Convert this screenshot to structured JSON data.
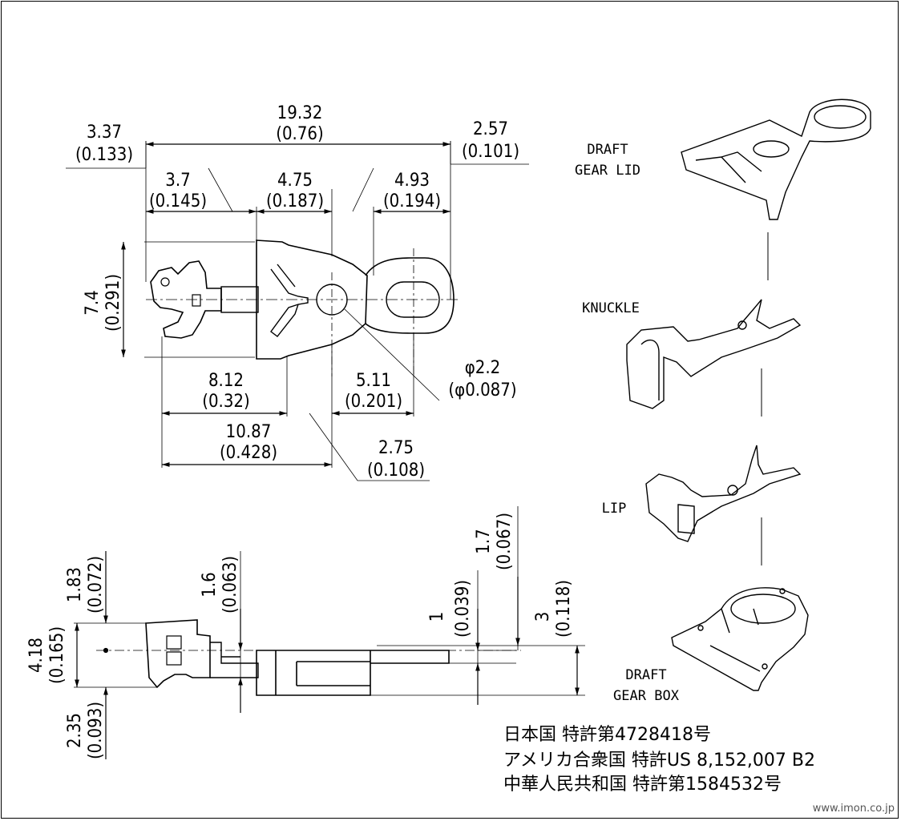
{
  "dimensions": {
    "overall_length": "19.32",
    "overall_length_in": "(0.76)",
    "left_ext": "3.37",
    "left_ext_in": "(0.133)",
    "right_ext": "2.57",
    "right_ext_in": "(0.101)",
    "knuckle_len": "3.7",
    "knuckle_len_in": "(0.145)",
    "box_len": "4.75",
    "box_len_in": "(0.187)",
    "loop_len": "4.93",
    "loop_len_in": "(0.194)",
    "width": "7.4",
    "width_in": "(0.291)",
    "to_pivot": "8.12",
    "to_pivot_in": "(0.32)",
    "pivot_to_hole": "5.11",
    "pivot_to_hole_in": "(0.201)",
    "hole_dia": "φ2.2",
    "hole_dia_in": "(φ0.087)",
    "to_box_end": "10.87",
    "to_box_end_in": "(0.428)",
    "offset": "2.75",
    "offset_in": "(0.108)",
    "upper_h": "1.83",
    "upper_h_in": "(0.072)",
    "head_h": "4.18",
    "head_h_in": "(0.165)",
    "lower_h": "2.35",
    "lower_h_in": "(0.093)",
    "shank_h": "1.6",
    "shank_h_in": "(0.063)",
    "tab_h": "1.7",
    "tab_h_in": "(0.067)",
    "loop_th": "1",
    "loop_th_in": "(0.039)",
    "total_h": "3",
    "total_h_in": "(0.118)"
  },
  "parts": {
    "lid_line1": "DRAFT",
    "lid_line2": "GEAR LID",
    "knuckle": "KNUCKLE",
    "lip": "LIP",
    "box_line1": "DRAFT",
    "box_line2": "GEAR BOX"
  },
  "patents": {
    "japan": "日本国 特許第4728418号",
    "usa": "アメリカ合衆国 特許US 8,152,007 B2",
    "china": "中華人民共和国 特許第1584532号"
  },
  "watermark": "www.imon.co.jp"
}
